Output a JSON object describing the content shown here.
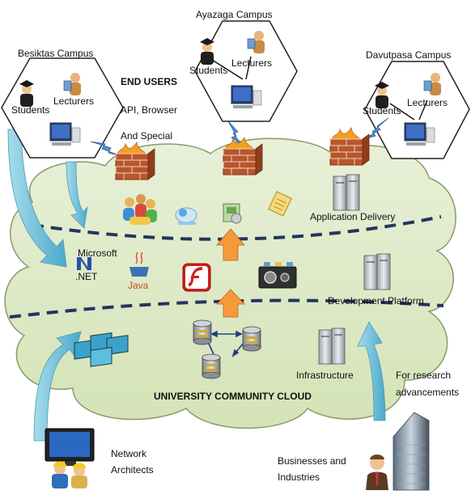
{
  "campuses": {
    "besiktas": {
      "title": "Besiktas Campus",
      "students": "Students",
      "lecturers": "Lecturers"
    },
    "ayazaga": {
      "title": "Ayazaga Campus",
      "students": "Students",
      "lecturers": "Lecturers"
    },
    "davutpasa": {
      "title": "Davutpasa Campus",
      "students": "Students",
      "lecturers": "Lecturers"
    }
  },
  "end_users": {
    "heading": "END USERS",
    "line1": "API, Browser",
    "line2": "And Special"
  },
  "layers": {
    "application": "Application Delivery",
    "development": "Development Platform",
    "infrastructure": "Infrastructure"
  },
  "platforms": {
    "net_small": "Microsoft",
    "net": ".NET",
    "java": "Java"
  },
  "cloud_title": "UNIVERSITY COMMUNITY CLOUD",
  "research": {
    "line1": "For research",
    "line2": "advancements"
  },
  "network": {
    "line1": "Network",
    "line2": "Architects"
  },
  "business": {
    "line1": "Businesses and",
    "line2": "Industries"
  },
  "colors": {
    "cloud_fill": "#dde9c6",
    "cloud_stroke": "#8a9a6c",
    "divider": "#23355e",
    "arrow_blue": "#7cc6dc",
    "arrow_up": "#f59a3a",
    "brick": "#b8562c",
    "flame": "#f2a020"
  }
}
